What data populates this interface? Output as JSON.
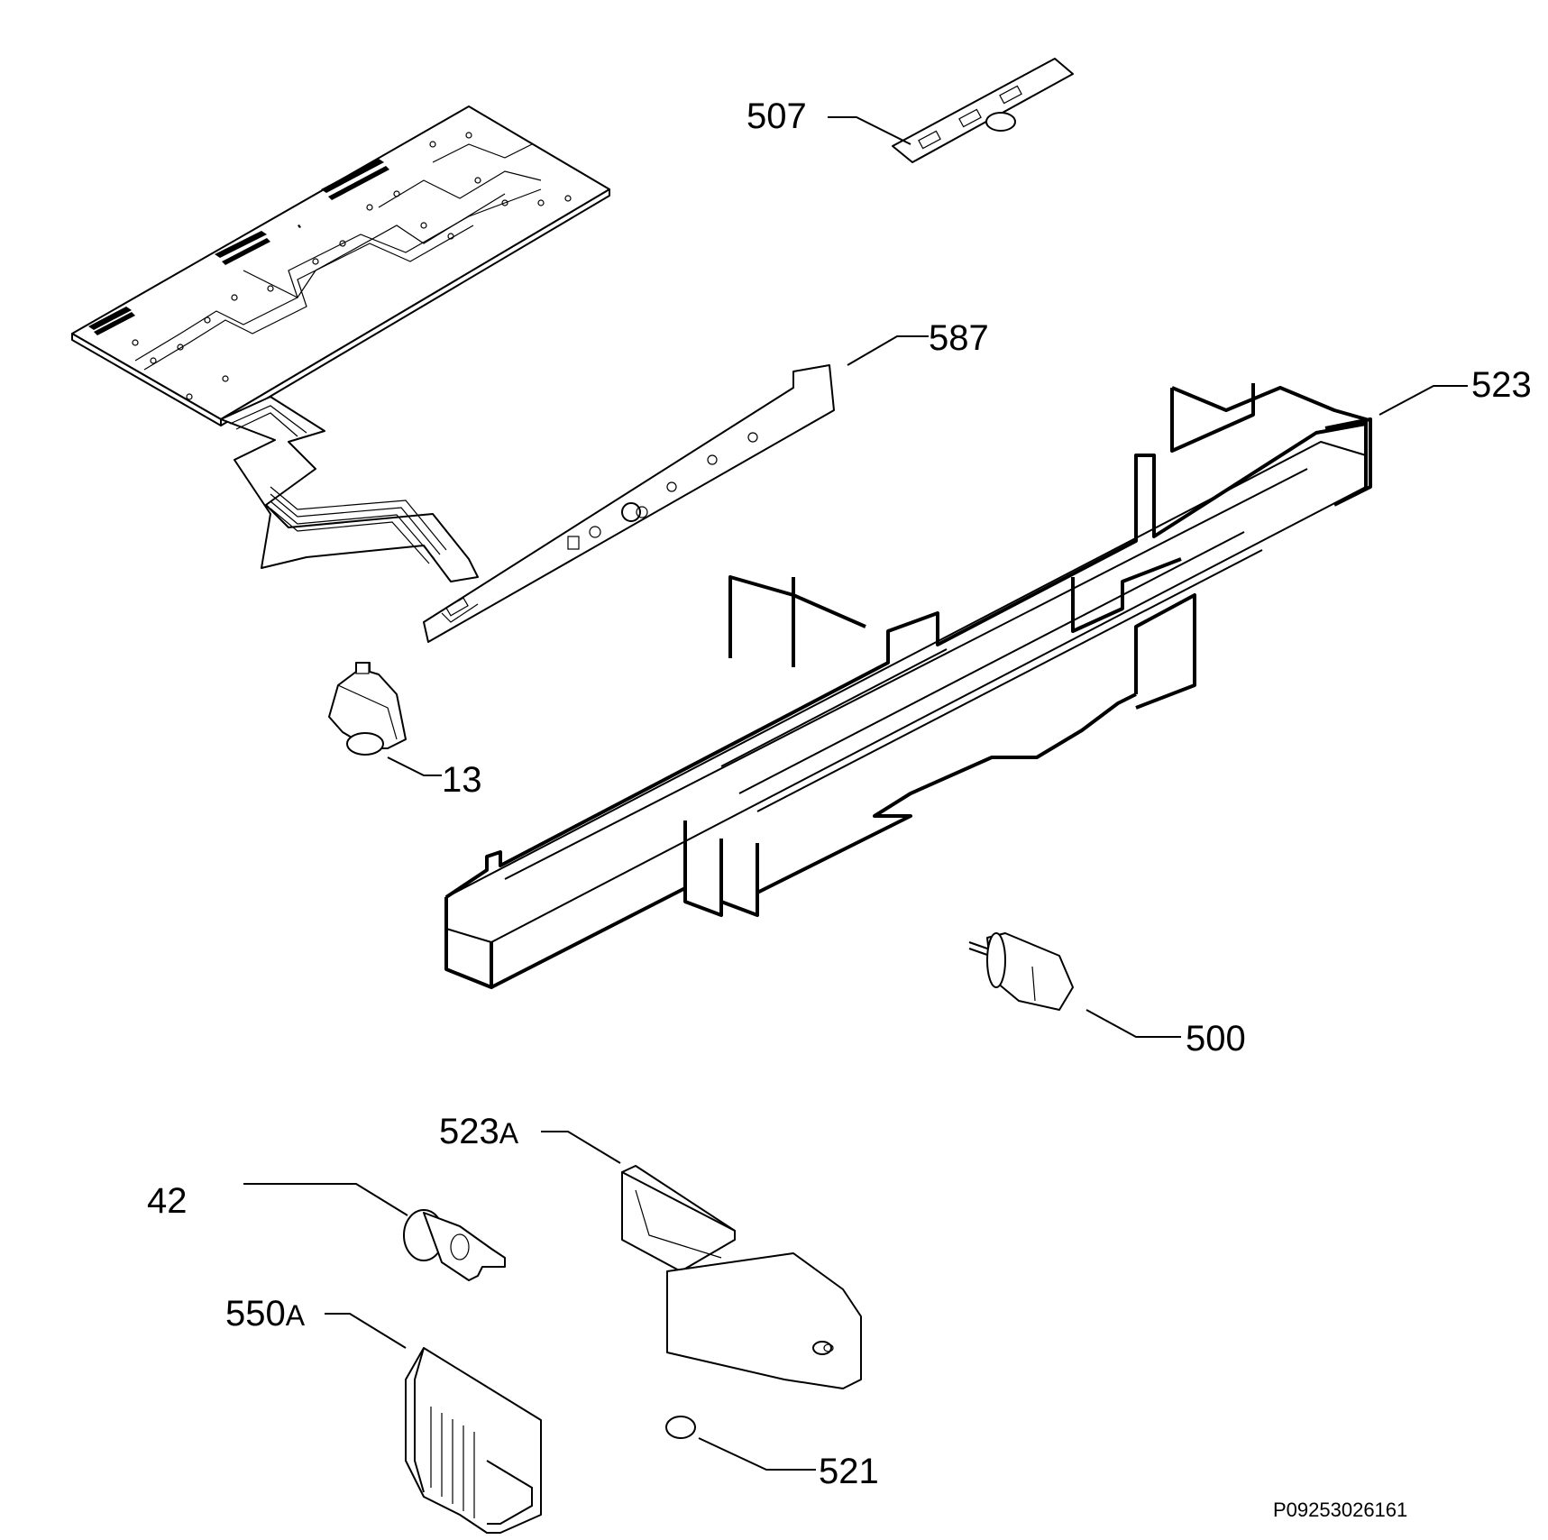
{
  "parts": [
    {
      "id": "507",
      "label": "507"
    },
    {
      "id": "587",
      "label": "587"
    },
    {
      "id": "523",
      "label": "523"
    },
    {
      "id": "13",
      "label": "13"
    },
    {
      "id": "500",
      "label": "500"
    },
    {
      "id": "523A",
      "number": "523",
      "suffix": "A"
    },
    {
      "id": "42",
      "label": "42"
    },
    {
      "id": "550A",
      "number": "550",
      "suffix": "A"
    },
    {
      "id": "521",
      "label": "521"
    }
  ],
  "reference_code": "P09253026161"
}
